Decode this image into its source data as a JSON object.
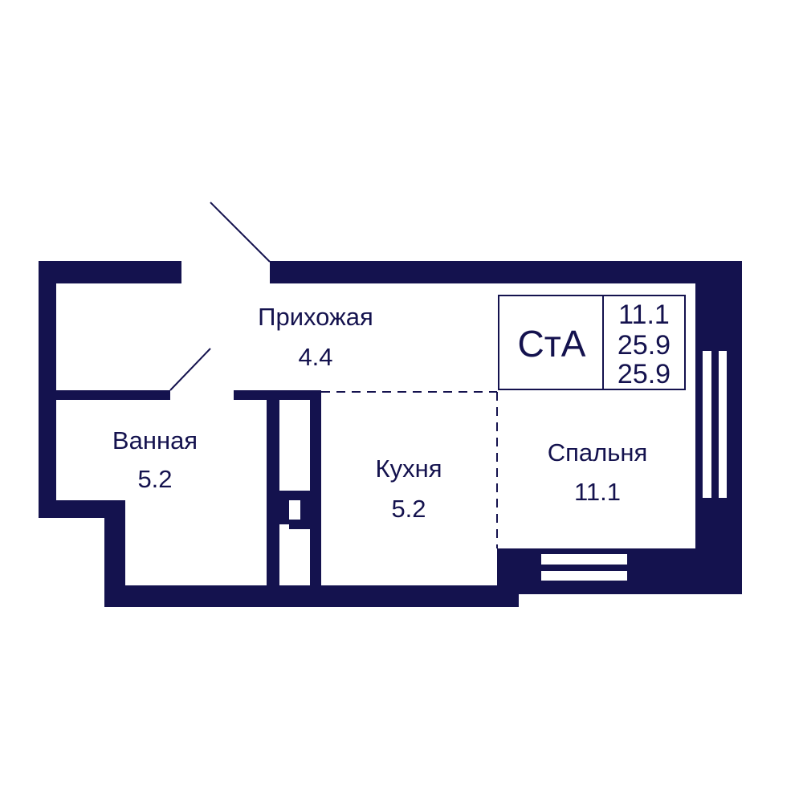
{
  "plan": {
    "wall_color": "#14124e",
    "rooms": {
      "hallway": {
        "name": "Прихожая",
        "area": "4.4"
      },
      "bathroom": {
        "name": "Ванная",
        "area": "5.2"
      },
      "kitchen": {
        "name": "Кухня",
        "area": "5.2"
      },
      "bedroom": {
        "name": "Спальня",
        "area": "11.1"
      }
    },
    "badge": {
      "code": "СтА",
      "living_area": "11.1",
      "total_area": "25.9",
      "total_area_2": "25.9"
    }
  }
}
